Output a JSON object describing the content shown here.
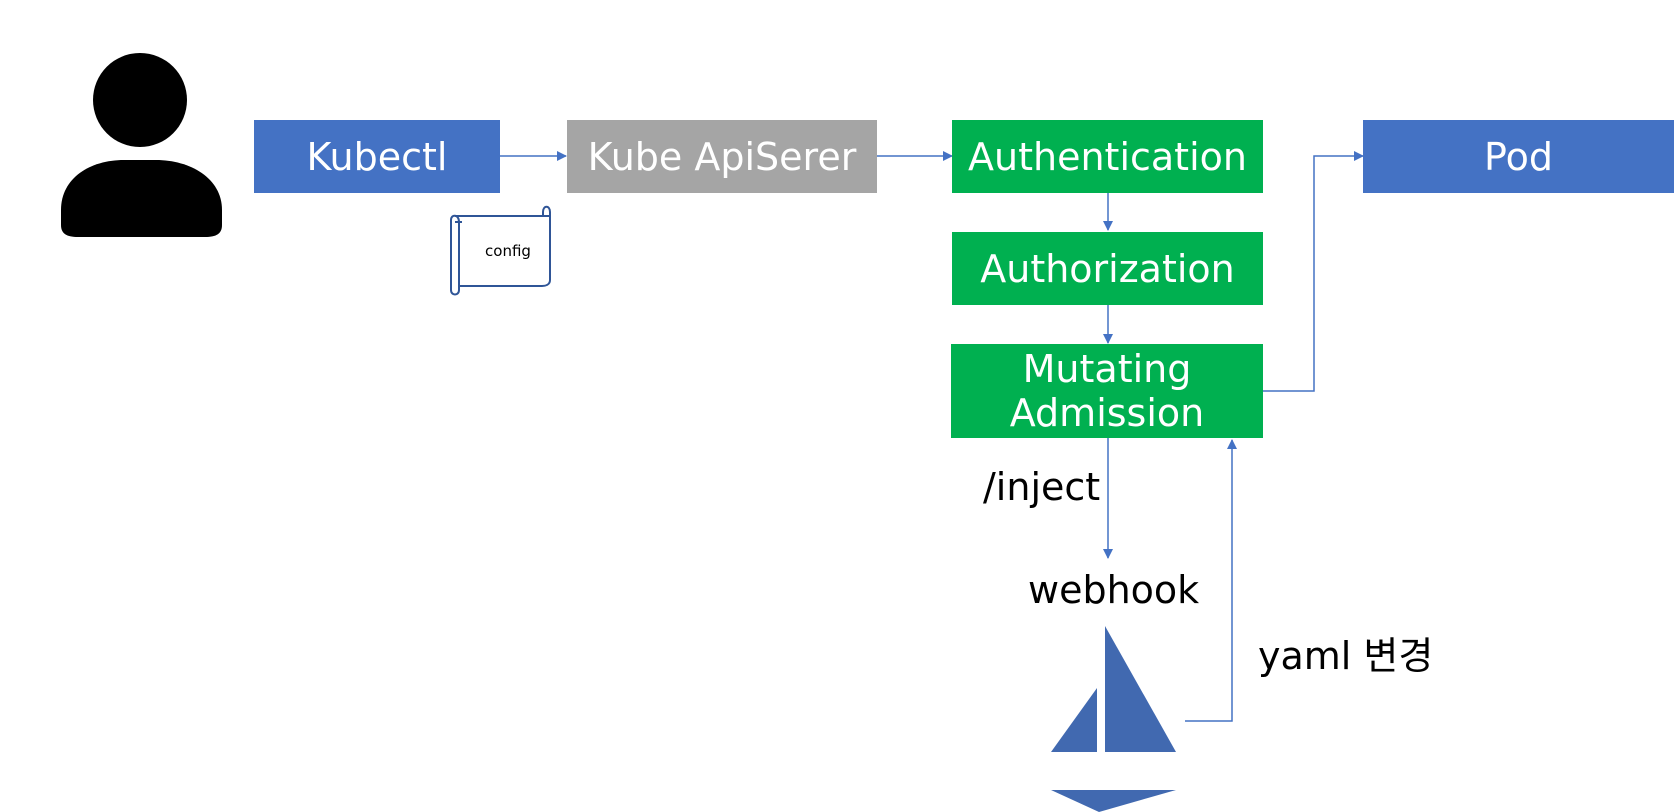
{
  "colors": {
    "blue": "#4472C4",
    "gray": "#A5A5A5",
    "green": "#00B050",
    "connector": "#4472C4",
    "user_icon": "#000000"
  },
  "icons": {
    "user": "person-silhouette-icon",
    "config": "scroll-document-icon",
    "webhook": "sailboat-logo-icon"
  },
  "nodes": {
    "kubectl": "Kubectl",
    "apiserver": "Kube ApiSerer",
    "authentication": "Authentication",
    "authorization": "Authorization",
    "mutating_line1": "Mutating",
    "mutating_line2": "Admission",
    "pod": "Pod"
  },
  "labels": {
    "config": "config",
    "inject": "/inject",
    "webhook": "webhook",
    "yaml_change": "yaml 변경"
  }
}
